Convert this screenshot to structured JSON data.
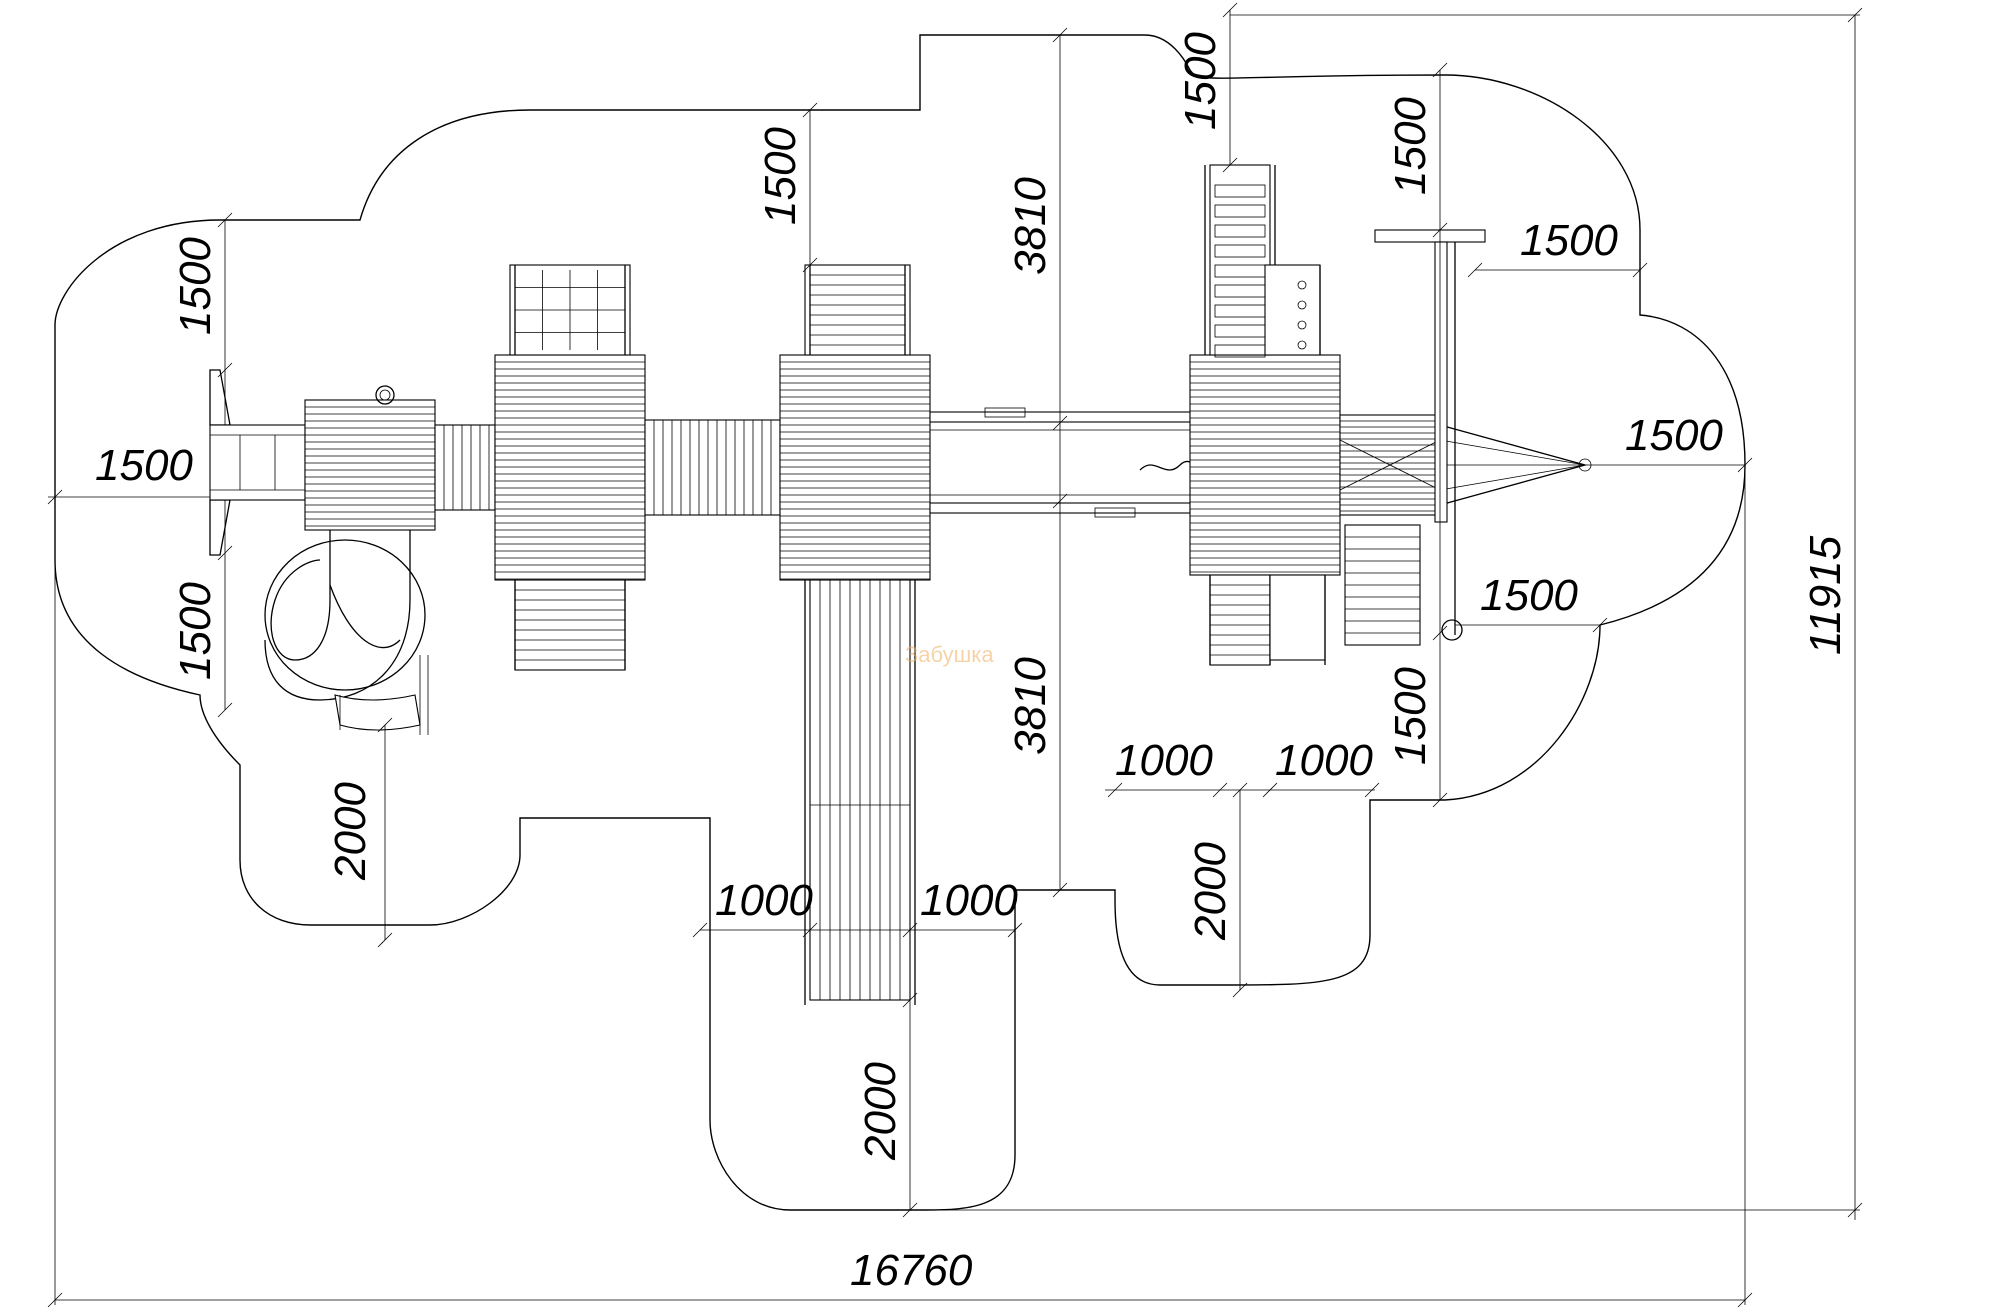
{
  "dimensions": {
    "overall_width": "16760",
    "overall_height": "11915",
    "safety_zone_left": "1500",
    "safety_zone_left_top": "1500",
    "safety_zone_left_bottom": "1500",
    "slide_zone_left": "2000",
    "top_ladder_zone": "1500",
    "center_height_top": "3810",
    "center_height_bottom": "3810",
    "right_top_ladder": "1500",
    "right_vertical_top": "1500",
    "right_arm": "1500",
    "right_end": "1500",
    "right_lower": "1500",
    "right_vertical_bottom": "1500",
    "center_slide_left": "1000",
    "center_slide_right": "1000",
    "center_slide_zone": "2000",
    "right_slide_left": "1000",
    "right_slide_right": "1000",
    "right_slide_zone": "2000"
  },
  "watermark": "Забушка"
}
